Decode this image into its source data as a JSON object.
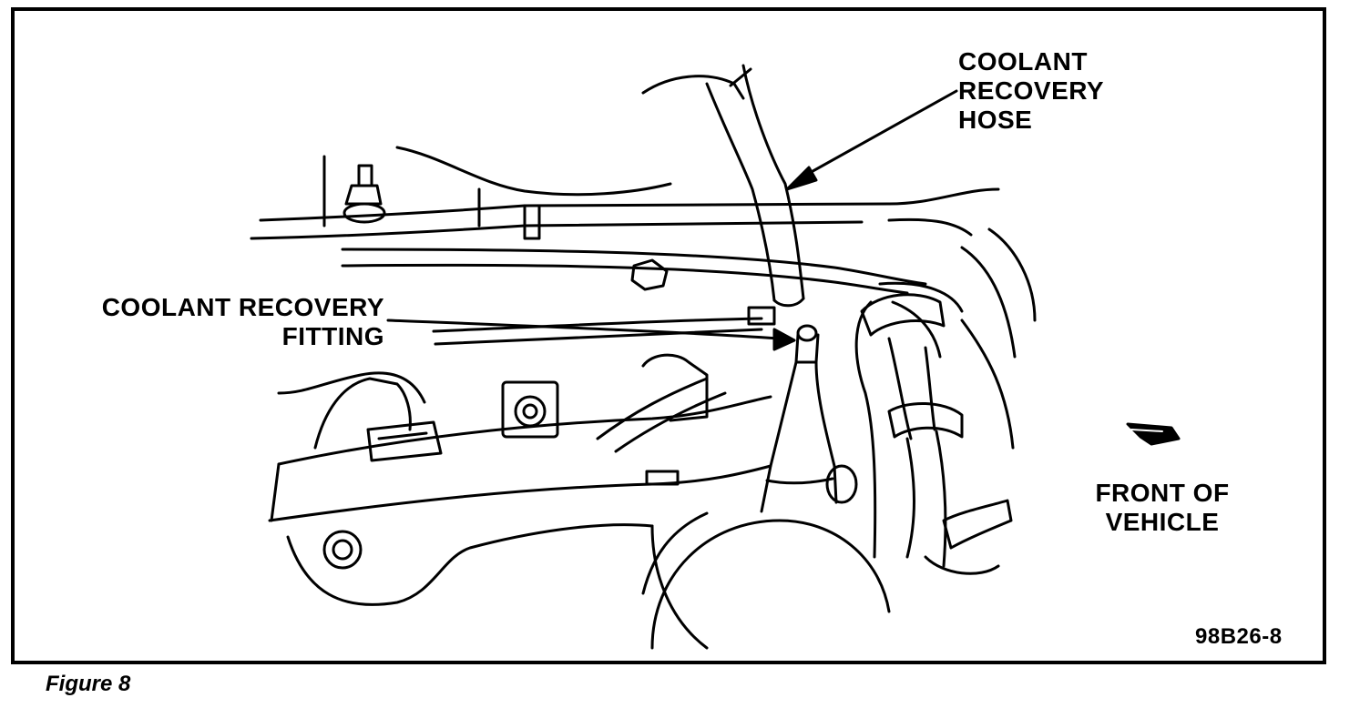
{
  "labels": {
    "hose": [
      "COOLANT",
      "RECOVERY",
      "HOSE"
    ],
    "fitting": [
      "COOLANT RECOVERY",
      "FITTING"
    ],
    "front": [
      "FRONT OF",
      "VEHICLE"
    ],
    "code": "98B26-8"
  },
  "caption": "Figure 8",
  "colors": {
    "ink": "#000000",
    "paper": "#ffffff"
  },
  "icons": {
    "front_indicator": "front-of-vehicle-arrow-icon"
  }
}
